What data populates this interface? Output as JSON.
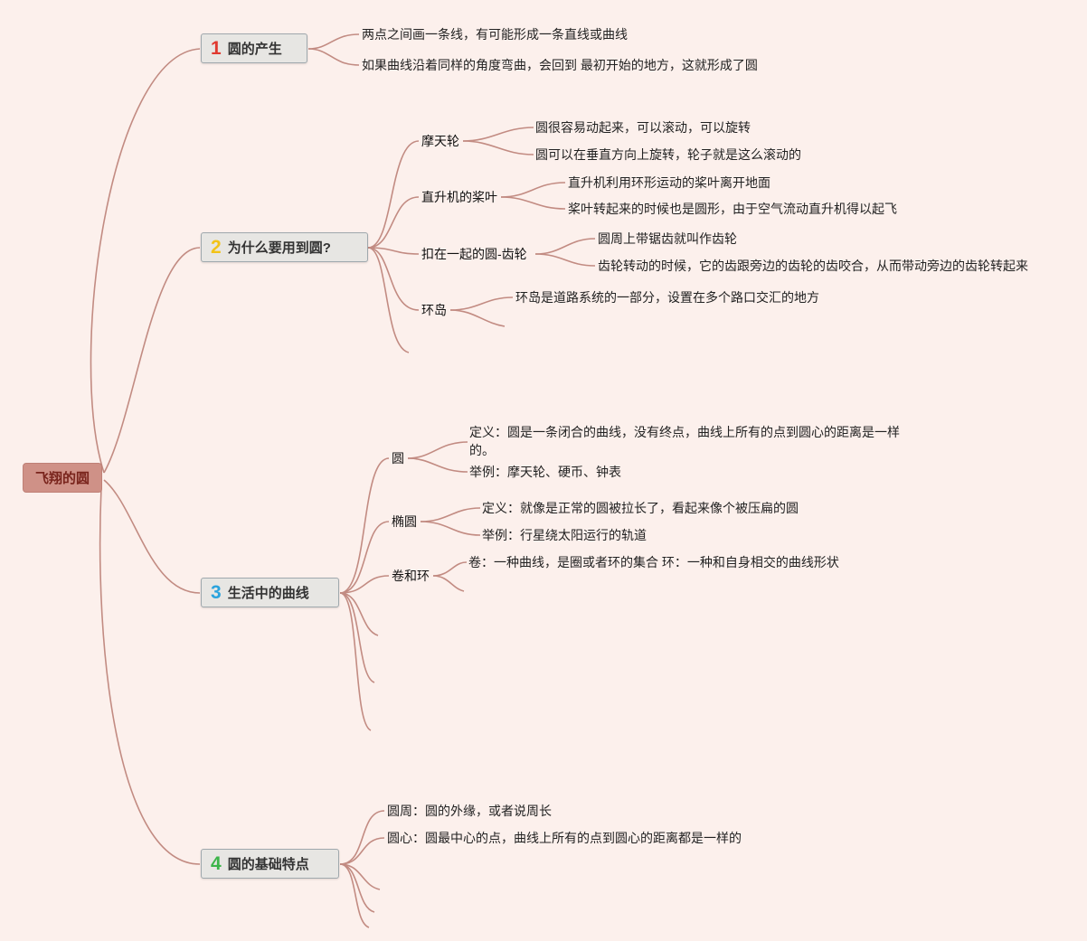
{
  "palette": {
    "background": "#fcf0ec",
    "connector_line": "#c28b82",
    "root_bg": "#cf9187",
    "root_text": "#79241c",
    "branch_bg": "#e7e6e3",
    "branch_border": "#9fa8ad",
    "number_colors": {
      "branch1": "#e0392f",
      "branch2": "#f2c318",
      "branch3": "#2aa3dd",
      "branch4": "#3cb54a"
    }
  },
  "root": {
    "label": "飞翔的圆"
  },
  "branches": [
    {
      "number": "1",
      "label": "圆的产生",
      "leaves": [
        "两点之间画一条线，有可能形成一条直线或曲线",
        "如果曲线沿着同样的角度弯曲，会回到 最初开始的地方，这就形成了圆"
      ]
    },
    {
      "number": "2",
      "label": "为什么要用到圆?",
      "subs": [
        {
          "label": "摩天轮",
          "leaves": [
            "圆很容易动起来，可以滚动，可以旋转",
            "圆可以在垂直方向上旋转，轮子就是这么滚动的"
          ]
        },
        {
          "label": "直升机的桨叶",
          "leaves": [
            "直升机利用环形运动的桨叶离开地面",
            "桨叶转起来的时候也是圆形，由于空气流动直升机得以起飞"
          ]
        },
        {
          "label": "扣在一起的圆-齿轮",
          "leaves": [
            "圆周上带锯齿就叫作齿轮",
            "齿轮转动的时候，它的齿跟旁边的齿轮的齿咬合，从而带动旁边的齿轮转起来"
          ]
        },
        {
          "label": "环岛",
          "leaves": [
            "环岛是道路系统的一部分，设置在多个路口交汇的地方"
          ]
        }
      ]
    },
    {
      "number": "3",
      "label": "生活中的曲线",
      "subs": [
        {
          "label": "圆",
          "leaves": [
            "定义：圆是一条闭合的曲线，没有终点，曲线上所有的点到圆心的距离是一样的。",
            "举例：摩天轮、硬币、钟表"
          ]
        },
        {
          "label": "椭圆",
          "leaves": [
            "定义：就像是正常的圆被拉长了，看起来像个被压扁的圆",
            "举例：行星绕太阳运行的轨道"
          ]
        },
        {
          "label": "卷和环",
          "leaves": [
            "卷：一种曲线，是圈或者环的集合 环：一种和自身相交的曲线形状"
          ]
        }
      ]
    },
    {
      "number": "4",
      "label": "圆的基础特点",
      "leaves": [
        "圆周：圆的外缘，或者说周长",
        "圆心：圆最中心的点，曲线上所有的点到圆心的距离都是一样的"
      ]
    }
  ]
}
